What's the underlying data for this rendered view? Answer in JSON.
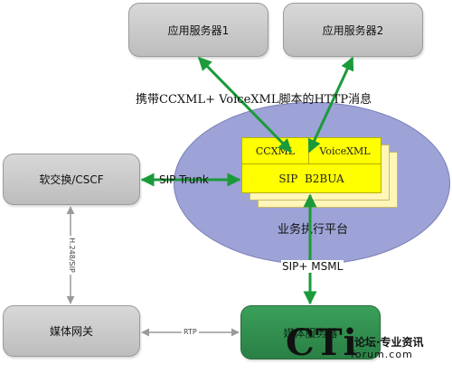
{
  "nodes": {
    "app_server_1": "应用服务器1",
    "app_server_2": "应用服务器2",
    "softswitch": "软交换/CSCF",
    "media_gateway": "媒体网关",
    "media_server": "媒体服务器"
  },
  "platform": {
    "ccxml": "CCXML",
    "voicexml": "VoiceXML",
    "b2bua": "SIP  B2BUA",
    "label": "业务执行平台"
  },
  "edges": {
    "http_label": "携带CCXML+ VoiceXML脚本的HTTP消息",
    "sip_trunk": "SIP Trunk",
    "sip_msml": "SIP+ MSML",
    "h248_sip": "H.248/SIP",
    "rtp": "RTP"
  },
  "watermark": {
    "cti": "CTi",
    "cn": "论坛·专业资讯",
    "en": "forum.com"
  },
  "colors": {
    "green_link": "#1b9a3a",
    "gray_link": "#9a9a9a",
    "yellow": "#ffff00",
    "ellipse": "#9da3d6"
  }
}
